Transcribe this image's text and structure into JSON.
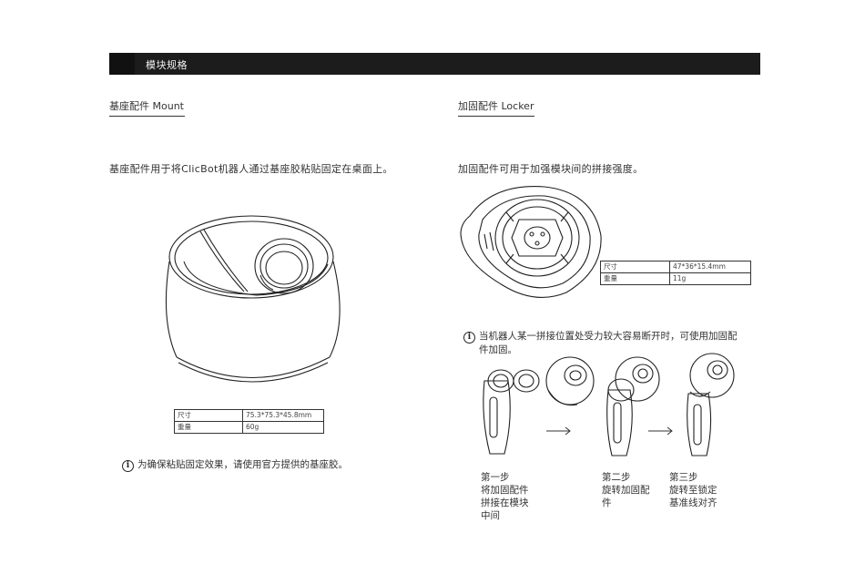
{
  "header": {
    "title": "模块规格"
  },
  "mount": {
    "title": "基座配件 Mount",
    "description": "基座配件用于将ClicBot机器人通过基座胶粘贴固定在桌面上。",
    "specs": [
      {
        "label": "尺寸",
        "value": "75.3*75.3*45.8mm"
      },
      {
        "label": "重量",
        "value": "60g"
      }
    ],
    "note": "为确保粘贴固定效果，请使用官方提供的基座胶。"
  },
  "locker": {
    "title": "加固配件 Locker",
    "description": "加固配件可用于加强模块间的拼接强度。",
    "specs": [
      {
        "label": "尺寸",
        "value": "47*36*15.4mm"
      },
      {
        "label": "重量",
        "value": "11g"
      }
    ],
    "note_line1": "当机器人某一拼接位置处受力较大容易断开时，可使用加固配",
    "note_line2": "件加固。",
    "steps": [
      {
        "title": "第一步",
        "lines": [
          "将加固配件",
          "拼接在模块",
          "中间"
        ]
      },
      {
        "title": "第二步",
        "lines": [
          "旋转加固配",
          "件"
        ]
      },
      {
        "title": "第三步",
        "lines": [
          "旋转至锁定",
          "基准线对齐"
        ]
      }
    ]
  },
  "icons": {
    "info": "info-icon",
    "arrow": "arrow-right-icon"
  }
}
